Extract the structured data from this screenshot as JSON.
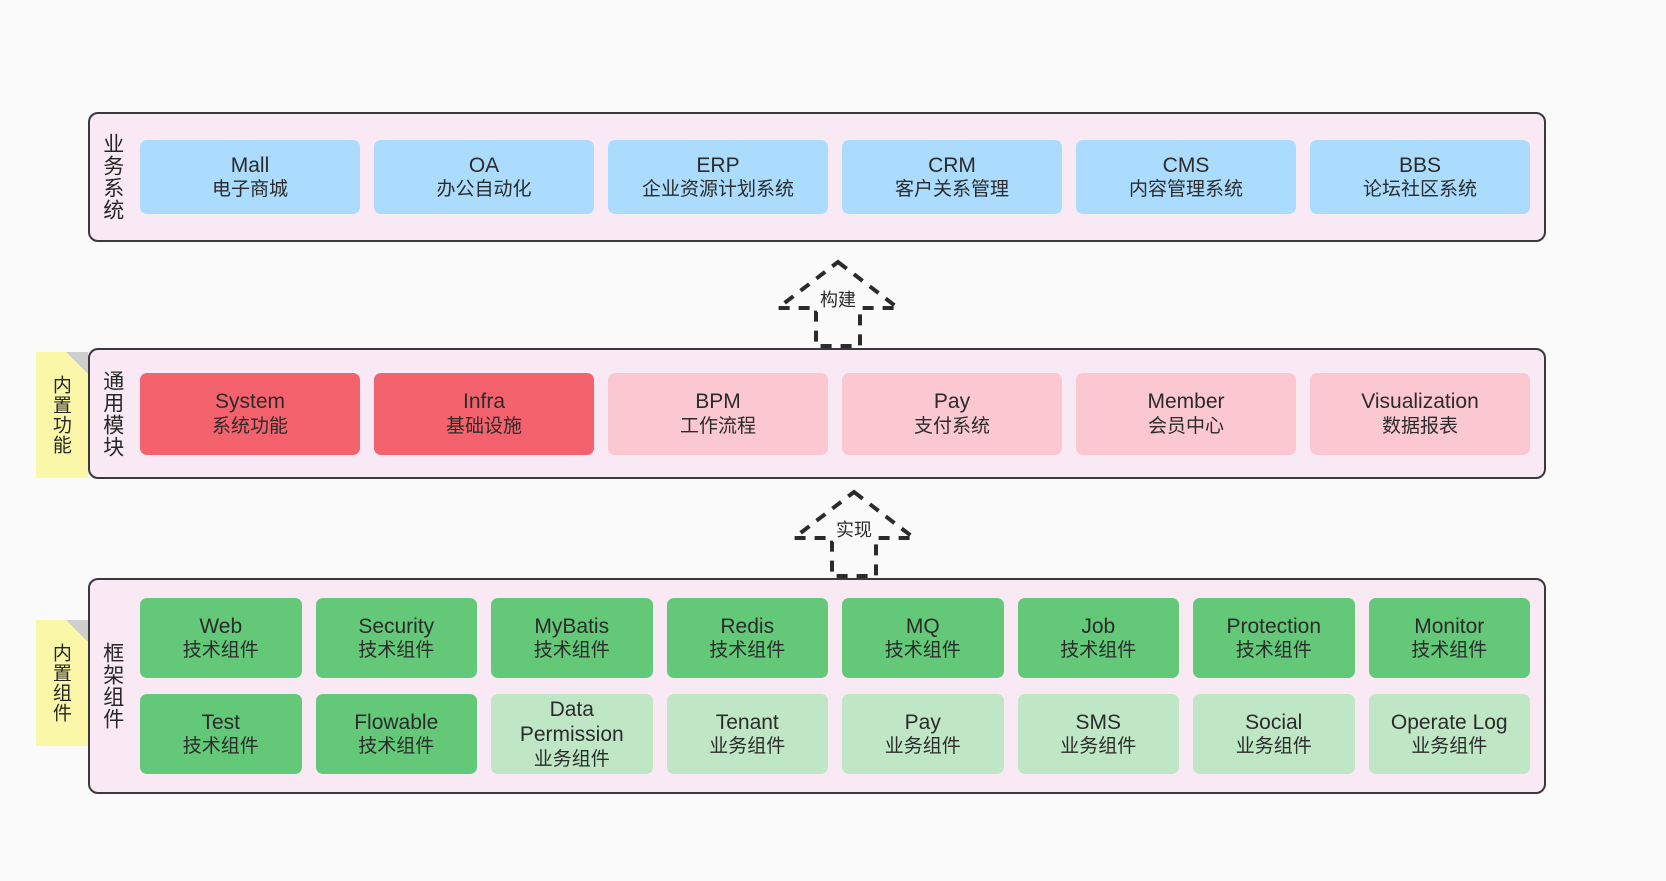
{
  "diagram": {
    "background_color": "#fafafa",
    "layer_border_color": "#3a3a3a",
    "layer_background_color": "#f8e9f4",
    "sticky_color": "#fbf7a8"
  },
  "layers": [
    {
      "id": "business",
      "title": "业务系统",
      "rows": [
        {
          "cards": [
            {
              "en": "Mall",
              "cn": "电子商城",
              "color": "#abdcfd",
              "variant": "c-blue"
            },
            {
              "en": "OA",
              "cn": "办公自动化",
              "color": "#abdcfd",
              "variant": "c-blue"
            },
            {
              "en": "ERP",
              "cn": "企业资源计划系统",
              "color": "#abdcfd",
              "variant": "c-blue"
            },
            {
              "en": "CRM",
              "cn": "客户关系管理",
              "color": "#abdcfd",
              "variant": "c-blue"
            },
            {
              "en": "CMS",
              "cn": "内容管理系统",
              "color": "#abdcfd",
              "variant": "c-blue"
            },
            {
              "en": "BBS",
              "cn": "论坛社区系统",
              "color": "#abdcfd",
              "variant": "c-blue"
            }
          ]
        }
      ]
    },
    {
      "id": "modules",
      "title": "通用模块",
      "sticky": "内置功能",
      "rows": [
        {
          "cards": [
            {
              "en": "System",
              "cn": "系统功能",
              "color": "#f4636d",
              "variant": "c-red"
            },
            {
              "en": "Infra",
              "cn": "基础设施",
              "color": "#f4636d",
              "variant": "c-red"
            },
            {
              "en": "BPM",
              "cn": "工作流程",
              "color": "#fbc8d2",
              "variant": "c-pink"
            },
            {
              "en": "Pay",
              "cn": "支付系统",
              "color": "#fbc8d2",
              "variant": "c-pink"
            },
            {
              "en": "Member",
              "cn": "会员中心",
              "color": "#fbc8d2",
              "variant": "c-pink"
            },
            {
              "en": "Visualization",
              "cn": "数据报表",
              "color": "#fbc8d2",
              "variant": "c-pink"
            }
          ]
        }
      ]
    },
    {
      "id": "framework",
      "title": "框架组件",
      "sticky": "内置组件",
      "rows": [
        {
          "cards": [
            {
              "en": "Web",
              "cn": "技术组件",
              "color": "#63c878",
              "variant": "c-green"
            },
            {
              "en": "Security",
              "cn": "技术组件",
              "color": "#63c878",
              "variant": "c-green"
            },
            {
              "en": "MyBatis",
              "cn": "技术组件",
              "color": "#63c878",
              "variant": "c-green"
            },
            {
              "en": "Redis",
              "cn": "技术组件",
              "color": "#63c878",
              "variant": "c-green"
            },
            {
              "en": "MQ",
              "cn": "技术组件",
              "color": "#63c878",
              "variant": "c-green"
            },
            {
              "en": "Job",
              "cn": "技术组件",
              "color": "#63c878",
              "variant": "c-green"
            },
            {
              "en": "Protection",
              "cn": "技术组件",
              "color": "#63c878",
              "variant": "c-green"
            },
            {
              "en": "Monitor",
              "cn": "技术组件",
              "color": "#63c878",
              "variant": "c-green"
            }
          ]
        },
        {
          "cards": [
            {
              "en": "Test",
              "cn": "技术组件",
              "color": "#63c878",
              "variant": "c-green"
            },
            {
              "en": "Flowable",
              "cn": "技术组件",
              "color": "#63c878",
              "variant": "c-green"
            },
            {
              "en": "Data Permission",
              "cn": "业务组件",
              "color": "#bfe7c6",
              "variant": "c-lightgreen"
            },
            {
              "en": "Tenant",
              "cn": "业务组件",
              "color": "#bfe7c6",
              "variant": "c-lightgreen"
            },
            {
              "en": "Pay",
              "cn": "业务组件",
              "color": "#bfe7c6",
              "variant": "c-lightgreen"
            },
            {
              "en": "SMS",
              "cn": "业务组件",
              "color": "#bfe7c6",
              "variant": "c-lightgreen"
            },
            {
              "en": "Social",
              "cn": "业务组件",
              "color": "#bfe7c6",
              "variant": "c-lightgreen"
            },
            {
              "en": "Operate Log",
              "cn": "业务组件",
              "color": "#bfe7c6",
              "variant": "c-lightgreen"
            }
          ]
        }
      ]
    }
  ],
  "connectors": [
    {
      "id": "build",
      "label": "构建",
      "style": "dashed-hollow-arrow-up"
    },
    {
      "id": "implement",
      "label": "实现",
      "style": "dashed-hollow-arrow-up"
    }
  ]
}
